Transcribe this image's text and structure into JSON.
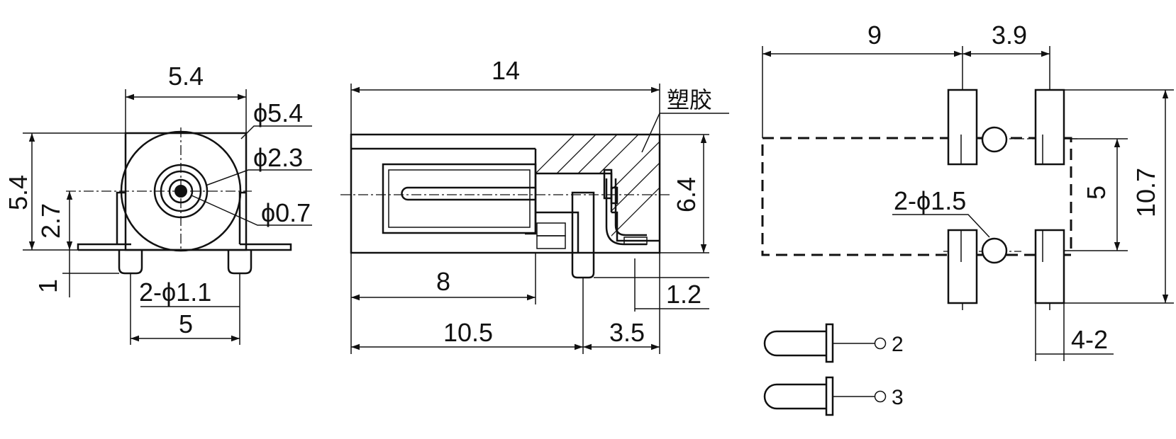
{
  "front_view": {
    "width": "5.4",
    "height": "5.4",
    "center_height": "2.7",
    "outer_diameter": "ϕ5.4",
    "mid_diameter": "ϕ2.3",
    "pin_diameter": "ϕ0.7",
    "leg_height": "1",
    "leg_holes": "2-ϕ1.1",
    "leg_spacing": "5"
  },
  "side_view": {
    "length": "14",
    "material": "塑胶",
    "height": "6.4",
    "inner_length": "8",
    "pin_offset": "1.2",
    "pin_position": "10.5",
    "pin_to_end": "3.5"
  },
  "pcb_layout": {
    "span_left": "9",
    "span_right": "3.9",
    "hole_spacing": "5",
    "total_height": "10.7",
    "hole_callout": "2-ϕ1.5",
    "pad_width": "4-2"
  },
  "pin_legend": [
    {
      "number": "2"
    },
    {
      "number": "3"
    }
  ]
}
